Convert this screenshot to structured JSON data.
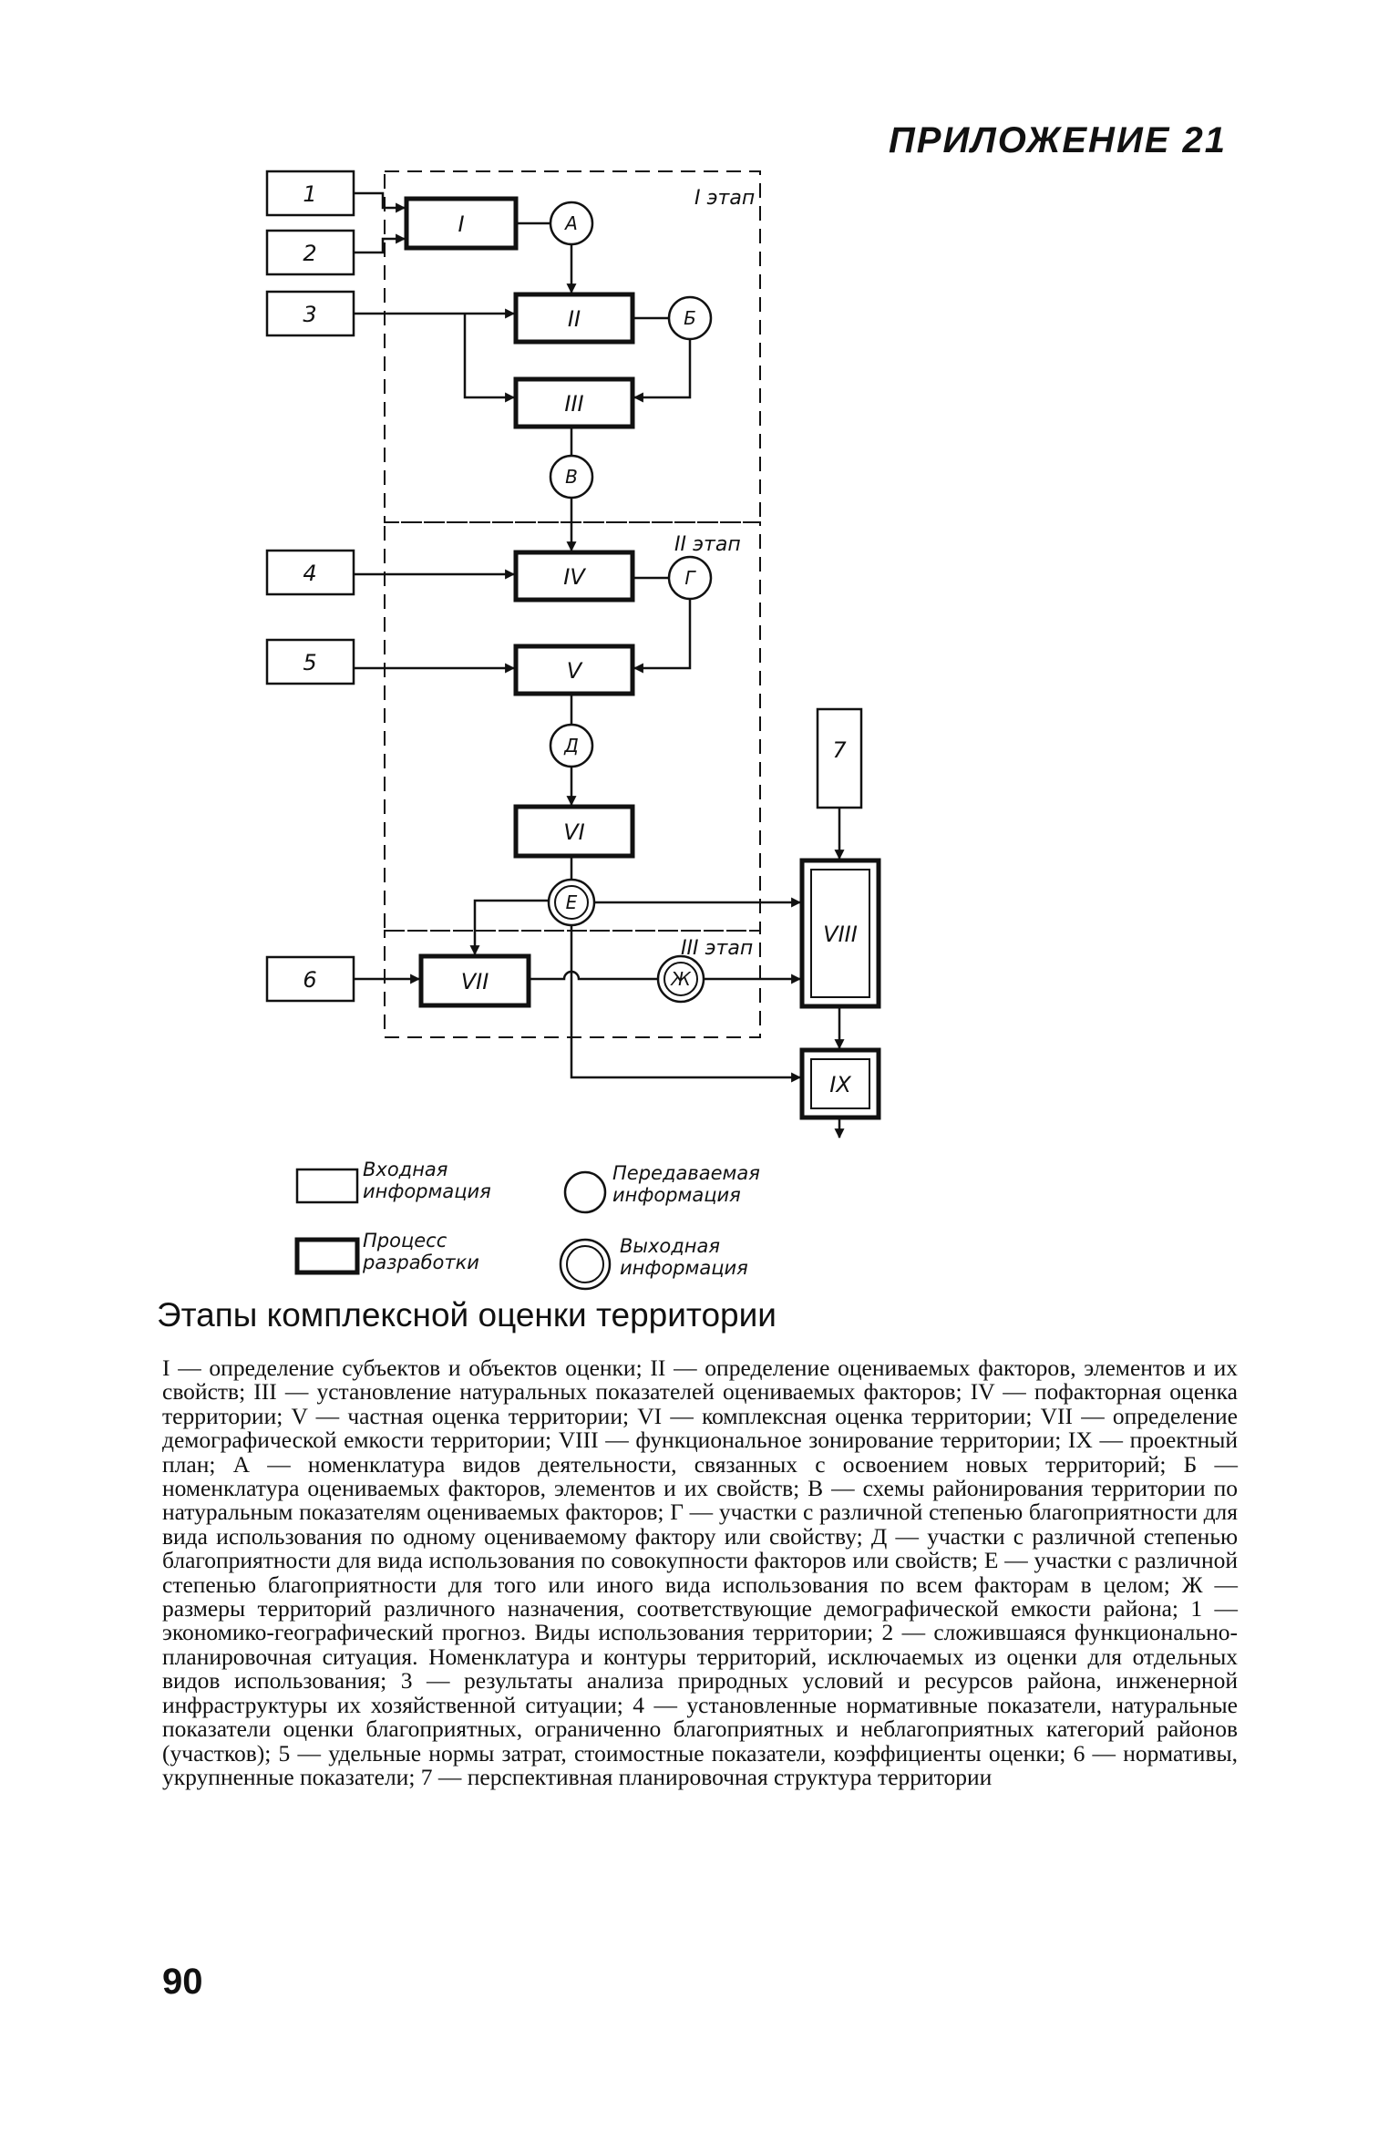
{
  "page": {
    "appendix_label": "ПРИЛОЖЕНИЕ 21",
    "page_number": "90"
  },
  "diagram": {
    "stages": [
      "I этап",
      "II этап",
      "III этап"
    ],
    "input_boxes": [
      "1",
      "2",
      "3",
      "4",
      "5",
      "6",
      "7"
    ],
    "process_boxes": [
      "I",
      "II",
      "III",
      "IV",
      "V",
      "VI",
      "VII",
      "VIII",
      "IX"
    ],
    "circles": [
      "А",
      "Б",
      "В",
      "Г",
      "Д",
      "Е",
      "Ж"
    ],
    "legend": [
      {
        "symbol": "thin-box",
        "line1": "Входная",
        "line2": "информация"
      },
      {
        "symbol": "thick-box",
        "line1": "Процесс",
        "line2": "разработки"
      },
      {
        "symbol": "circle",
        "line1": "Передаваемая",
        "line2": "информация"
      },
      {
        "symbol": "double-circle",
        "line1": "Выходная",
        "line2": "информация"
      }
    ]
  },
  "caption": {
    "title": "Этапы комплексной оценки территории",
    "explanation": "I — определение субъектов и объектов оценки; II — определение оцениваемых факторов, элементов и их свойств; III — установление натуральных показателей оцениваемых факторов; IV — пофакторная оценка территории; V — частная оценка территории; VI — комплексная оценка территории; VII — определение демографической емкости территории; VIII — функциональное зонирование территории; IX — проектный план; А — номенклатура видов деятельности, связанных с освоением новых территорий; Б — номенклатура оцениваемых факторов, элементов и их свойств; В — схемы районирования территории по натуральным показателям оцениваемых факторов; Г — участки с различной степенью благоприятности для вида использования по одному оцениваемому фактору или свойству; Д — участки с различной степенью благоприятности для вида использования по совокупности факторов или свойств; Е — участки с различной степенью благоприятности для того или иного вида использования по всем факторам в целом; Ж — размеры территорий различного назначения, соответствующие демографической емкости района; 1 — экономико-географический прогноз. Виды использования территории; 2 — сложившаяся функционально-планировочная ситуация. Номенклатура и контуры территорий, исключаемых из оценки для отдельных видов использования; 3 — результаты анализа природных условий и ресурсов района, инженерной инфраструктуры их хозяйственной ситуации; 4 — установленные нормативные показатели, натуральные показатели оценки благоприятных, ограниченно благоприятных и неблагоприятных категорий районов (участков); 5 — удельные нормы затрат, стоимостные показатели, коэффициенты оценки; 6 — нормативы, укрупненные показатели; 7 — перспективная планировочная структура территории"
  }
}
